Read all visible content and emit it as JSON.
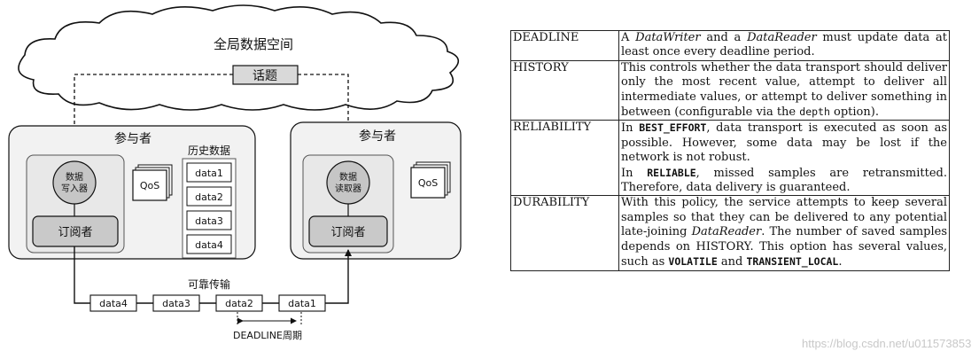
{
  "diagram": {
    "global_space": "全局数据空间",
    "topic": "话题",
    "left_participant": {
      "label": "参与者",
      "writer": [
        "数据",
        "写入器"
      ],
      "subscriber": "订阅者",
      "qos": "QoS",
      "history_title": "历史数据",
      "history_items": [
        "data1",
        "data2",
        "data3",
        "data4"
      ]
    },
    "right_participant": {
      "label": "参与者",
      "reader": [
        "数据",
        "读取器"
      ],
      "subscriber": "订阅者",
      "qos": "QoS"
    },
    "transport_label": "可靠传输",
    "packets": [
      "data4",
      "data3",
      "data2",
      "data1"
    ],
    "deadline_label": "DEADLINE周期"
  },
  "table": {
    "rows": [
      {
        "key": "DEADLINE",
        "desc": [
          {
            "t": "A "
          },
          {
            "t": "DataWriter",
            "s": "it"
          },
          {
            "t": " and a "
          },
          {
            "t": "DataReader",
            "s": "it"
          },
          {
            "t": " must update data at least once every deadline period."
          }
        ]
      },
      {
        "key": "HISTORY",
        "desc": [
          {
            "t": "This controls whether the data transport should deliver only the most recent value, attempt to deliver all intermediate values, or attempt to deliver something in between (configurable via the "
          },
          {
            "t": "depth",
            "s": "mono"
          },
          {
            "t": " option)."
          }
        ]
      },
      {
        "key": "RELIABILITY",
        "desc": [
          {
            "t": "In "
          },
          {
            "t": "BEST_EFFORT",
            "s": "mono bold"
          },
          {
            "t": ", data transport is executed as soon as possible.  However, some data may be lost if the network is not robust."
          },
          {
            "br": true
          },
          {
            "t": "In "
          },
          {
            "t": "RELIABLE",
            "s": "mono bold"
          },
          {
            "t": ", missed samples are retransmitted. Therefore, data delivery is guaranteed."
          }
        ]
      },
      {
        "key": "DURABILITY",
        "desc": [
          {
            "t": "With this policy, the service attempts to keep several samples so that they can be delivered to any potential late-joining "
          },
          {
            "t": "DataReader",
            "s": "it"
          },
          {
            "t": ".  The number of saved samples depends on HISTORY. This option has several values, such as "
          },
          {
            "t": "VOLATILE",
            "s": "mono bold"
          },
          {
            "t": " and "
          },
          {
            "t": "TRANSIENT_LOCAL",
            "s": "mono bold"
          },
          {
            "t": "."
          }
        ]
      }
    ]
  },
  "watermark": "https://blog.csdn.net/u011573853"
}
